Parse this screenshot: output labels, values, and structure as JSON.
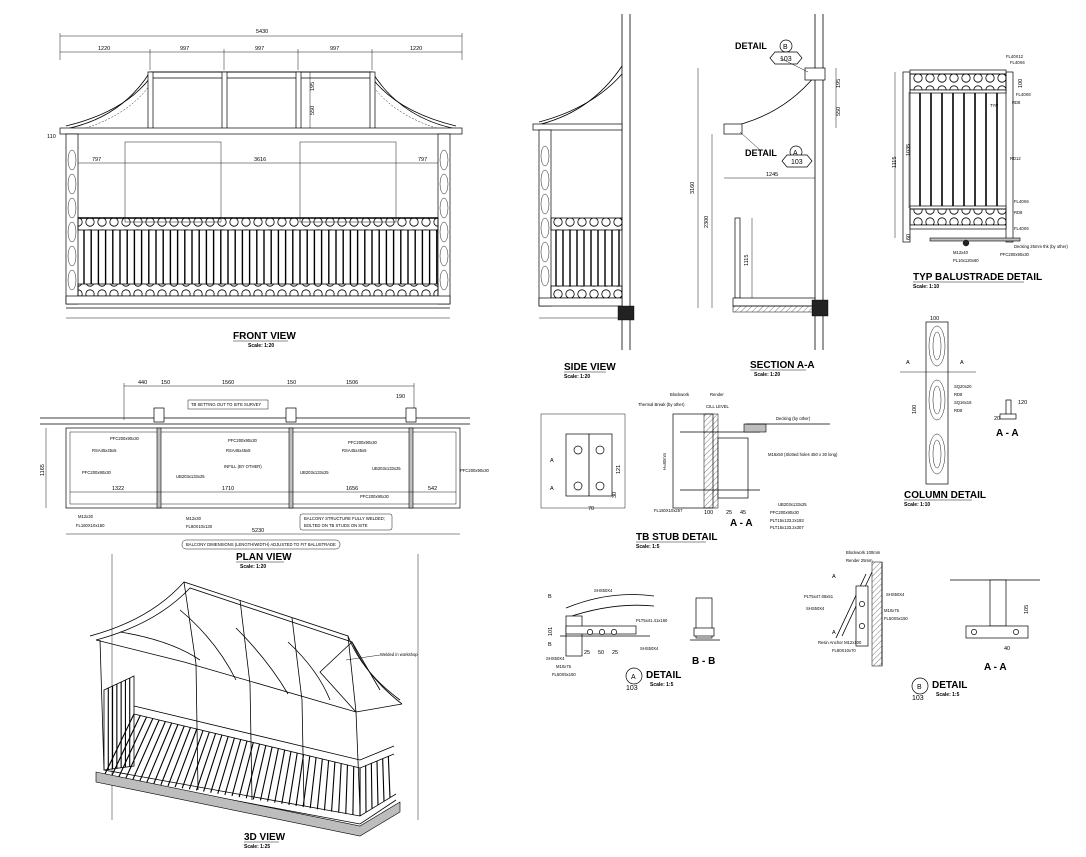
{
  "views": {
    "front": {
      "title": "FRONT VIEW",
      "scale": "Scale: 1:20"
    },
    "side": {
      "title": "SIDE VIEW",
      "scale": "Scale: 1:20"
    },
    "section": {
      "title": "SECTION A-A",
      "scale": "Scale: 1:20"
    },
    "balustrade": {
      "title": "TYP BALUSTRADE DETAIL",
      "scale": "Scale: 1:10"
    },
    "plan": {
      "title": "PLAN VIEW",
      "scale": "Scale: 1:20"
    },
    "tb_stub": {
      "title": "TB STUB DETAIL",
      "scale": "Scale: 1:5"
    },
    "column": {
      "title": "COLUMN DETAIL",
      "scale": "Scale: 1:10"
    },
    "view3d": {
      "title": "3D VIEW",
      "scale": "Scale: 1:25"
    },
    "detail_a": {
      "title": "DETAIL",
      "letter": "A",
      "sheet": "103",
      "scale": "Scale: 1:5"
    },
    "detail_b": {
      "title": "DETAIL",
      "letter": "B",
      "sheet": "103",
      "scale": "Scale: 1:5"
    }
  },
  "front_dims": {
    "overall": "5430",
    "spans": [
      "1220",
      "997",
      "997",
      "997",
      "1220"
    ],
    "lower": [
      "797",
      "3616",
      "797"
    ],
    "left": "110",
    "post_a": "195",
    "post_b": "550"
  },
  "section_dims": {
    "tag_b": "DETAIL",
    "tag_b_letter": "B",
    "tag_b_sheet": "103",
    "tag_a": "DETAIL",
    "tag_a_letter": "A",
    "tag_a_sheet": "103",
    "h1": "195",
    "h2": "550",
    "w": "1245",
    "total": "3160",
    "lower": "2300",
    "rail": "1115"
  },
  "balustrade_labels": {
    "fl_top": "FL40X12",
    "fl_top2": "FL40X6",
    "rd": "RD8",
    "fl_mid": "FL40X6",
    "typ": "TYP",
    "rd12": "RD12",
    "fl_b1": "FL40X6",
    "rd_b": "RD8",
    "fl_b2": "FL40X6",
    "m12": "M12x40",
    "pl": "PL10x120x60",
    "pfc": "PFC200x90x30",
    "decking": "Decking 25mm thk (by other)",
    "h_total": "1115",
    "h_inner": "1035",
    "h_top": "100",
    "h_bot": "60"
  },
  "plan_dims": {
    "top": [
      "440",
      "150",
      "1560",
      "150",
      "1506"
    ],
    "top_small": "190",
    "bottom": [
      "1322",
      "1710",
      "1656",
      "542"
    ],
    "overall": "5230",
    "left": "1165",
    "note_setout": "TB SETTING OUT TO SITE SURVEY",
    "note_bal": "BALCONY DIMENSIONS (LENGTH/WIDTH) ADJUSTED TO FIT BALUSTRADE",
    "note_weld1": "BALCONY STRUCTURE FULLY WELDED;",
    "note_weld2": "BOLTED ON TB STUDS ON SITE",
    "labels": {
      "pfc1": "PFC200x90x30",
      "pfc2": "PFC200x90x30",
      "pfc3": "PFC200x90x30",
      "pfc4": "PFC200x90x30",
      "pfc5": "PFC200x90x30",
      "pfc6": "PFC200x90x30",
      "rsa1": "RSA45x45x5",
      "rsa2": "RSA45x45x5",
      "rsa3": "RSA45x45x5",
      "ub1": "UB203x133x25",
      "ub2": "UB203x133x25",
      "ub3": "UB203x133x25",
      "infill": "INFILL (BY OTHER)",
      "m12a": "M12x30",
      "fl1": "FL160X10x160",
      "m12b": "M12x30",
      "fl2": "FL80X10x130"
    }
  },
  "tb_stub": {
    "blockwork": "Blockwork",
    "render": "Render",
    "thermal": "Thermal Break (by other)",
    "cill": "CILL LEVEL",
    "decking": "Decking (by other)",
    "m16": "M16x50 (Slotted holes 450 x 30 long)",
    "fl150": "FL150X10x257",
    "ub": "UB203x133x25",
    "pfc": "PFC200x90x30",
    "plt1": "PLT15x133.2x193",
    "plt2": "PLT15x133.2x307",
    "d1": "121",
    "d2": "70",
    "d3": "100",
    "d4": "25",
    "d5": "45",
    "d6": "30",
    "d7": "H=80mm",
    "aa": "A - A",
    "sec": "A",
    "sec2": "A"
  },
  "column_detail": {
    "w": "100",
    "h": "100",
    "sq": "SQ20x20",
    "rd": "RD8",
    "sq2": "SQ16x16",
    "rd2": "RD8",
    "s1": "120",
    "s2": "20",
    "aa": "A - A",
    "sec": "A",
    "sec2": "A"
  },
  "detail_a_labels": {
    "shs1": "SHS50X4",
    "plt": "PLT5x41.41x160",
    "shs2": "SHS50X4",
    "shs3": "SHS50X4",
    "m10": "M10x75",
    "fl": "FL50X5x150",
    "d1": "25",
    "d2": "50",
    "d3": "25",
    "d4": "101",
    "b": "B",
    "b2": "B",
    "bb": "B - B"
  },
  "detail_b_labels": {
    "blockwork": "Blockwork 100mm",
    "render": "Render 25mm",
    "plt": "PLT5x47.08x51",
    "shs1": "SHS50X4",
    "shs2": "SHS50X4",
    "m10": "M10x75",
    "fl": "FL50X5x150",
    "resin": "Resin Anchor M12x100",
    "fl80": "FL80X10x70",
    "a": "A",
    "a2": "A",
    "aa": "A - A",
    "d1": "40",
    "d2": "105"
  },
  "view3d_labels": {
    "welded": "Welded in workshop"
  }
}
